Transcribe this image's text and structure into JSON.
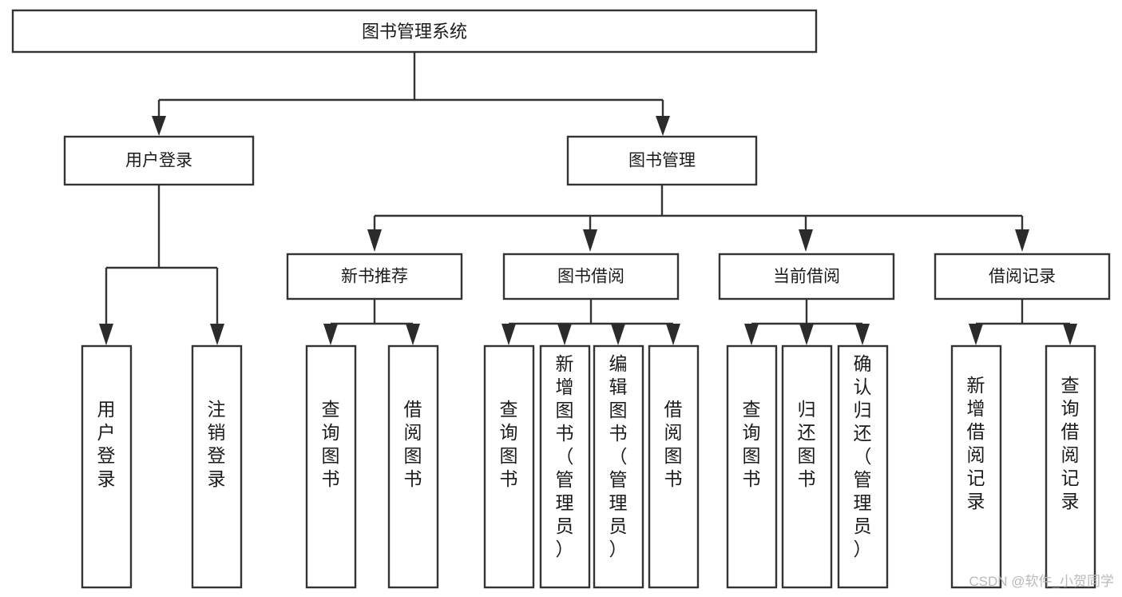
{
  "diagram": {
    "title": "图书管理系统",
    "type": "tree-hierarchy",
    "root": {
      "id": "root",
      "label": "图书管理系统"
    },
    "level1": [
      {
        "id": "user-login",
        "label": "用户登录"
      },
      {
        "id": "book-manage",
        "label": "图书管理"
      }
    ],
    "level2": [
      {
        "id": "new-book-recommend",
        "label": "新书推荐",
        "parent": "book-manage"
      },
      {
        "id": "book-borrow",
        "label": "图书借阅",
        "parent": "book-manage"
      },
      {
        "id": "current-borrow",
        "label": "当前借阅",
        "parent": "book-manage"
      },
      {
        "id": "borrow-record",
        "label": "借阅记录",
        "parent": "book-manage"
      }
    ],
    "leaves": {
      "user-login": [
        {
          "id": "leaf-user-login",
          "label": "用户登录"
        },
        {
          "id": "leaf-user-logout",
          "label": "注销登录"
        }
      ],
      "new-book-recommend": [
        {
          "id": "leaf-query-book-1",
          "label": "查询图书"
        },
        {
          "id": "leaf-borrow-book-1",
          "label": "借阅图书"
        }
      ],
      "book-borrow": [
        {
          "id": "leaf-query-book-2",
          "label": "查询图书"
        },
        {
          "id": "leaf-add-book",
          "label": "新增图书（管理员）"
        },
        {
          "id": "leaf-edit-book",
          "label": "编辑图书（管理员）"
        },
        {
          "id": "leaf-borrow-book-2",
          "label": "借阅图书"
        }
      ],
      "current-borrow": [
        {
          "id": "leaf-query-book-3",
          "label": "查询图书"
        },
        {
          "id": "leaf-return-book",
          "label": "归还图书"
        },
        {
          "id": "leaf-confirm-return",
          "label": "确认归还（管理员）"
        }
      ],
      "borrow-record": [
        {
          "id": "leaf-add-record",
          "label": "新增借阅记录"
        },
        {
          "id": "leaf-query-record",
          "label": "查询借阅记录"
        }
      ]
    },
    "colors": {
      "box_fill": "#ffffff",
      "box_stroke": "#333333",
      "connector": "#333333",
      "text": "#1b1b1b",
      "background": "#ffffff",
      "watermark": "#b9b9b9"
    }
  },
  "watermark": {
    "text": "CSDN @软件_小贺同学"
  }
}
